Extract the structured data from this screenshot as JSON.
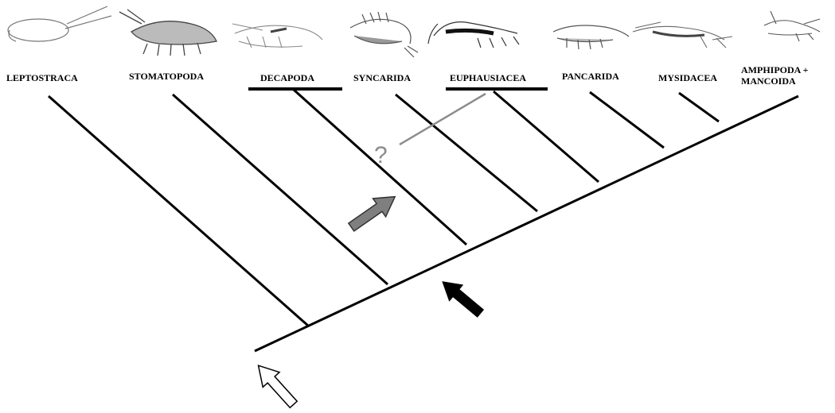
{
  "taxa": [
    {
      "id": "leptostraca",
      "label": "LEPTOSTRACA",
      "underlined": false
    },
    {
      "id": "stomatopoda",
      "label": "STOMATOPODA",
      "underlined": false
    },
    {
      "id": "decapoda",
      "label": "DECAPODA",
      "underlined": true
    },
    {
      "id": "syncarida",
      "label": "SYNCARIDA",
      "underlined": false
    },
    {
      "id": "euphausiacea",
      "label": "EUPHAUSIACEA",
      "underlined": true
    },
    {
      "id": "pancarida",
      "label": "PANCARIDA",
      "underlined": false
    },
    {
      "id": "mysidacea",
      "label": "MYSIDACEA",
      "underlined": false
    },
    {
      "id": "amphipoda-mancoida",
      "label_lines": [
        "AMPHIPODA +",
        "MANCOIDA"
      ],
      "underlined": false
    }
  ],
  "uncertain_marker": "?",
  "arrows": [
    {
      "id": "outline-arrow",
      "style": "outline",
      "color": "#000000"
    },
    {
      "id": "solid-black-arrow",
      "style": "solid",
      "color": "#000000"
    },
    {
      "id": "gray-arrow",
      "style": "solid",
      "color": "#7f7f7f"
    }
  ],
  "colors": {
    "tree": "#000000",
    "uncertain_branch": "#8c8c8c",
    "gray_arrow": "#7f7f7f"
  }
}
